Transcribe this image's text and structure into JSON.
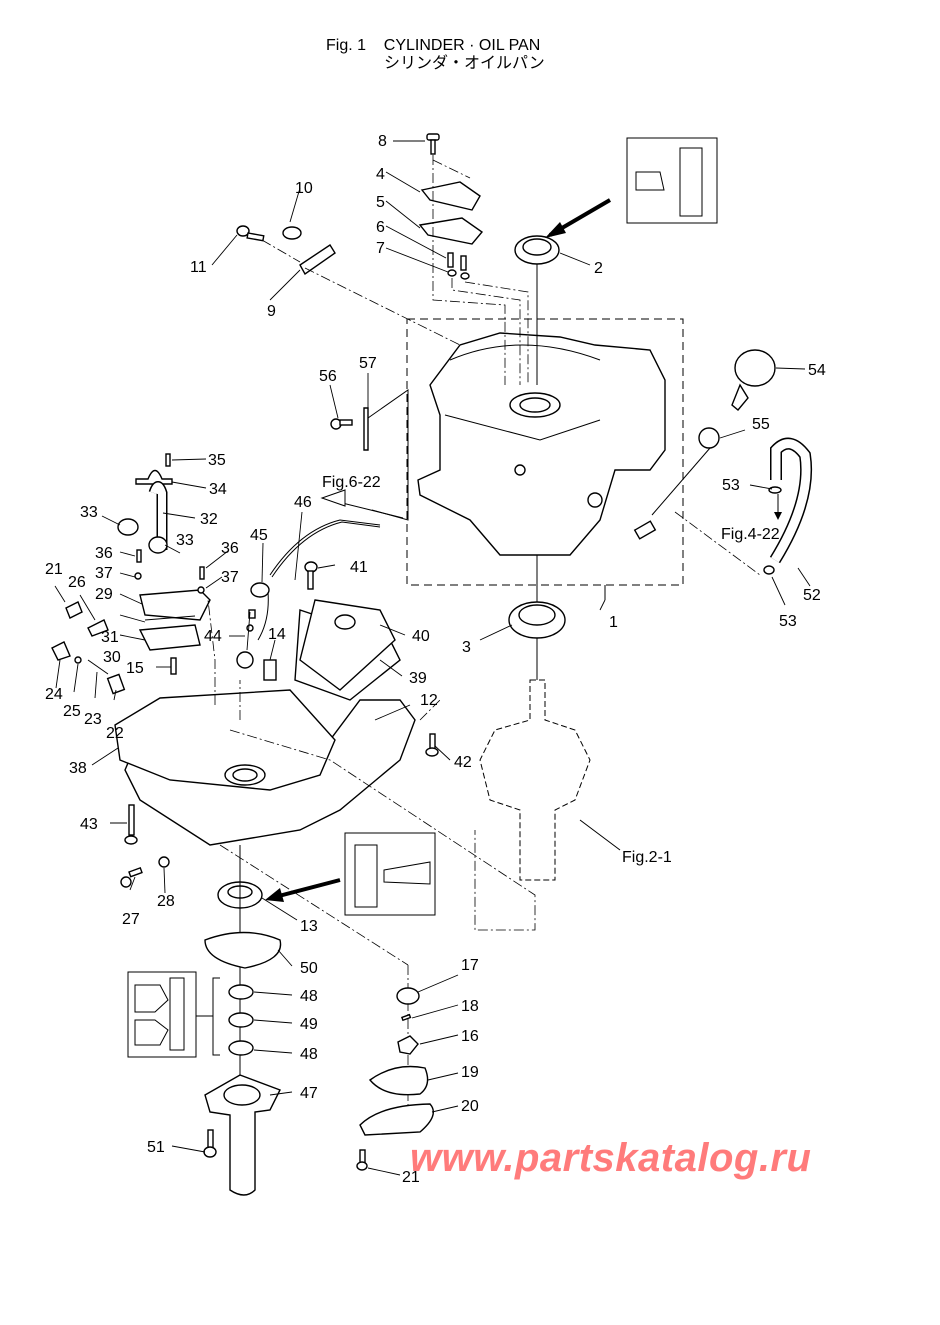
{
  "header": {
    "title_en": "Fig. 1    CYLINDER · OIL PAN",
    "title_jp": "シリンダ・オイルパン"
  },
  "watermark": "www.partskatalog.ru",
  "watermark_color": "#ff7b7b",
  "references": {
    "fig6_22": "Fig.6-22",
    "fig4_22": "Fig.4-22",
    "fig2_1": "Fig.2-1"
  },
  "callouts": [
    {
      "id": "c1",
      "label": "1"
    },
    {
      "id": "c2",
      "label": "2"
    },
    {
      "id": "c3",
      "label": "3"
    },
    {
      "id": "c4",
      "label": "4"
    },
    {
      "id": "c5",
      "label": "5"
    },
    {
      "id": "c6",
      "label": "6"
    },
    {
      "id": "c7",
      "label": "7"
    },
    {
      "id": "c8",
      "label": "8"
    },
    {
      "id": "c9",
      "label": "9"
    },
    {
      "id": "c10",
      "label": "10"
    },
    {
      "id": "c11",
      "label": "11"
    },
    {
      "id": "c12",
      "label": "12"
    },
    {
      "id": "c13",
      "label": "13"
    },
    {
      "id": "c14",
      "label": "14"
    },
    {
      "id": "c15",
      "label": "15"
    },
    {
      "id": "c16",
      "label": "16"
    },
    {
      "id": "c17",
      "label": "17"
    },
    {
      "id": "c18",
      "label": "18"
    },
    {
      "id": "c19",
      "label": "19"
    },
    {
      "id": "c20",
      "label": "20"
    },
    {
      "id": "c21a",
      "label": "21"
    },
    {
      "id": "c21b",
      "label": "21"
    },
    {
      "id": "c22",
      "label": "22"
    },
    {
      "id": "c23",
      "label": "23"
    },
    {
      "id": "c24",
      "label": "24"
    },
    {
      "id": "c25",
      "label": "25"
    },
    {
      "id": "c26",
      "label": "26"
    },
    {
      "id": "c27",
      "label": "27"
    },
    {
      "id": "c28",
      "label": "28"
    },
    {
      "id": "c29",
      "label": "29"
    },
    {
      "id": "c30",
      "label": "30"
    },
    {
      "id": "c31",
      "label": "31"
    },
    {
      "id": "c32",
      "label": "32"
    },
    {
      "id": "c33a",
      "label": "33"
    },
    {
      "id": "c33b",
      "label": "33"
    },
    {
      "id": "c34",
      "label": "34"
    },
    {
      "id": "c35",
      "label": "35"
    },
    {
      "id": "c36a",
      "label": "36"
    },
    {
      "id": "c36b",
      "label": "36"
    },
    {
      "id": "c37a",
      "label": "37"
    },
    {
      "id": "c37b",
      "label": "37"
    },
    {
      "id": "c38",
      "label": "38"
    },
    {
      "id": "c39",
      "label": "39"
    },
    {
      "id": "c40",
      "label": "40"
    },
    {
      "id": "c41",
      "label": "41"
    },
    {
      "id": "c42",
      "label": "42"
    },
    {
      "id": "c43",
      "label": "43"
    },
    {
      "id": "c44",
      "label": "44"
    },
    {
      "id": "c45",
      "label": "45"
    },
    {
      "id": "c46",
      "label": "46"
    },
    {
      "id": "c47",
      "label": "47"
    },
    {
      "id": "c48a",
      "label": "48"
    },
    {
      "id": "c48b",
      "label": "48"
    },
    {
      "id": "c49",
      "label": "49"
    },
    {
      "id": "c50",
      "label": "50"
    },
    {
      "id": "c51",
      "label": "51"
    },
    {
      "id": "c52",
      "label": "52"
    },
    {
      "id": "c53a",
      "label": "53"
    },
    {
      "id": "c53b",
      "label": "53"
    },
    {
      "id": "c54",
      "label": "54"
    },
    {
      "id": "c55",
      "label": "55"
    },
    {
      "id": "c56",
      "label": "56"
    },
    {
      "id": "c57",
      "label": "57"
    }
  ]
}
